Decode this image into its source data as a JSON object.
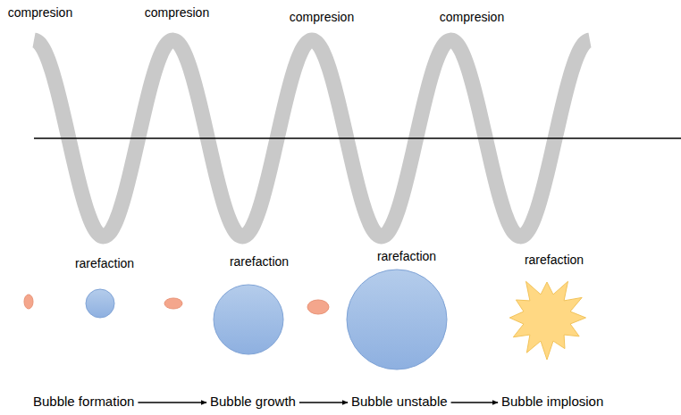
{
  "diagram": {
    "nodes": [
      {
        "text": [
          "Bubble formation"
        ]
      },
      {
        "text": [
          "Bubble growth"
        ]
      },
      {
        "text": [
          "Bubble unstable"
        ]
      },
      {
        "text": [
          "Bubble implosion"
        ]
      }
    ],
    "edges": [
      {
        "from": 0,
        "to": 1,
        "arrow": "to"
      },
      {
        "from": 1,
        "to": 2,
        "arrow": "to"
      },
      {
        "from": 2,
        "to": 3,
        "arrow": "to"
      }
    ],
    "labels": [
      "compresion",
      "compresion",
      "compresion",
      "compresion",
      "rarefaction",
      "rarefaction",
      "rarefaction",
      "rarefaction"
    ]
  }
}
